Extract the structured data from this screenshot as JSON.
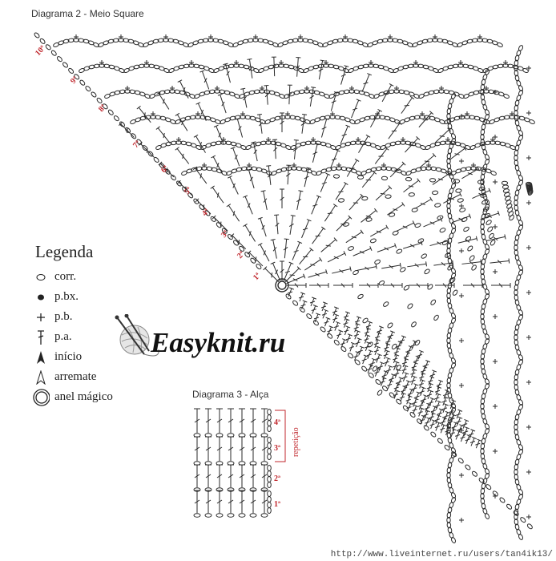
{
  "diagram2": {
    "title": "Diagrama 2 - Meio Square",
    "rounds": [
      "1ª",
      "2ª",
      "3ª",
      "4ª",
      "5ª",
      "6ª",
      "7ª",
      "8ª",
      "9ª",
      "10ª"
    ]
  },
  "legend": {
    "title": "Legenda",
    "items": [
      {
        "icon": "chain-stitch-icon",
        "label": "corr."
      },
      {
        "icon": "slip-stitch-icon",
        "label": "p.bx."
      },
      {
        "icon": "single-crochet-icon",
        "label": "p.b."
      },
      {
        "icon": "double-crochet-icon",
        "label": "p.a."
      },
      {
        "icon": "start-arrow-icon",
        "label": "início"
      },
      {
        "icon": "finish-arrow-icon",
        "label": "arremate"
      },
      {
        "icon": "magic-ring-icon",
        "label": "anel mágico"
      }
    ]
  },
  "brand": {
    "text": "Easyknit.ru",
    "icon": "yarn-ball-icon"
  },
  "diagram3": {
    "title": "Diagrama 3 - Alça",
    "rows": [
      "1ª",
      "2ª",
      "3ª",
      "4ª"
    ],
    "repeat_label": "repetição"
  },
  "watermark": {
    "url": "http://www.liveinternet.ru/users/tan4ik13/"
  },
  "colors": {
    "ink": "#2a2a2a",
    "row_label": "#c0272d"
  }
}
